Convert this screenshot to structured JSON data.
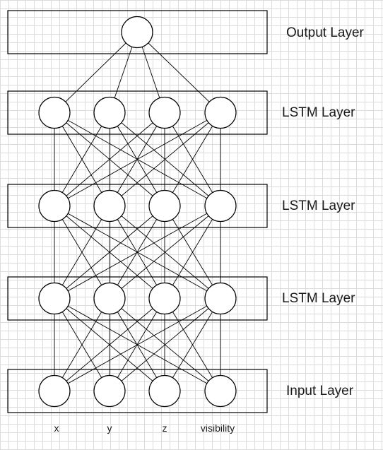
{
  "layers": [
    {
      "label": "Output Layer",
      "neurons": 1
    },
    {
      "label": "LSTM Layer",
      "neurons": 4
    },
    {
      "label": "LSTM Layer",
      "neurons": 4
    },
    {
      "label": "LSTM Layer",
      "neurons": 4
    },
    {
      "label": "Input Layer",
      "neurons": 4
    }
  ],
  "inputs": [
    "x",
    "y",
    "z",
    "visibility"
  ],
  "colors": {
    "stroke": "#000000",
    "fill": "#ffffff",
    "grid": "#dcdcdc"
  }
}
